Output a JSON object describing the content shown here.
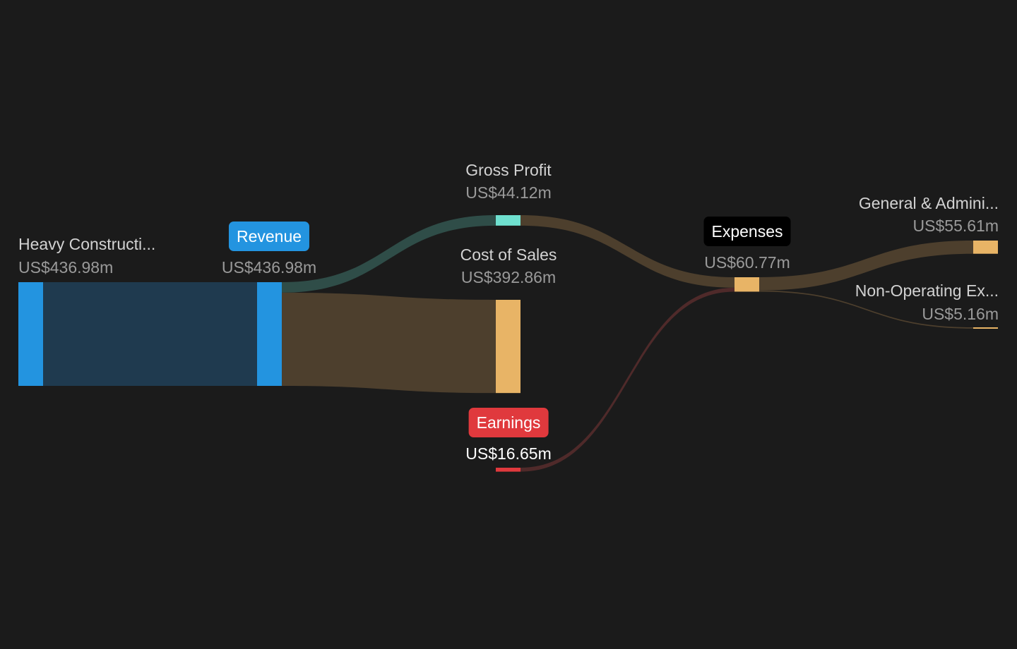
{
  "chart_data": {
    "type": "sankey",
    "currency_unit": "US$ millions",
    "nodes": [
      {
        "id": "segment",
        "label": "Heavy Constructi...",
        "value_text": "US$436.98m",
        "value": 436.98,
        "color": "#2394e0"
      },
      {
        "id": "revenue",
        "label": "Revenue",
        "value_text": "US$436.98m",
        "value": 436.98,
        "color": "#2394e0",
        "badge": true
      },
      {
        "id": "gross_profit",
        "label": "Gross Profit",
        "value_text": "US$44.12m",
        "value": 44.12,
        "color": "#6fe0cf"
      },
      {
        "id": "cost_of_sales",
        "label": "Cost of Sales",
        "value_text": "US$392.86m",
        "value": 392.86,
        "color": "#e8b466"
      },
      {
        "id": "earnings",
        "label": "Earnings",
        "value_text": "US$16.65m",
        "value": 16.65,
        "color": "#e0393d",
        "badge": true
      },
      {
        "id": "expenses",
        "label": "Expenses",
        "value_text": "US$60.77m",
        "value": 60.77,
        "color": "#e8b466",
        "badge": true
      },
      {
        "id": "gen_admin",
        "label": "General & Admini...",
        "value_text": "US$55.61m",
        "value": 55.61,
        "color": "#e8b466"
      },
      {
        "id": "non_operating",
        "label": "Non-Operating Ex...",
        "value_text": "US$5.16m",
        "value": 5.16,
        "color": "#e8b466"
      }
    ],
    "links": [
      {
        "source": "segment",
        "target": "revenue",
        "value": 436.98,
        "color": "#1f3a4f"
      },
      {
        "source": "revenue",
        "target": "gross_profit",
        "value": 44.12,
        "color": "#2f4d48"
      },
      {
        "source": "revenue",
        "target": "cost_of_sales",
        "value": 392.86,
        "color": "#4d3f2d"
      },
      {
        "source": "gross_profit",
        "target": "expenses",
        "value": 44.12,
        "color": "#4d3f2d"
      },
      {
        "source": "earnings",
        "target": "expenses",
        "value": 16.65,
        "color": "#4f2a2a"
      },
      {
        "source": "expenses",
        "target": "gen_admin",
        "value": 55.61,
        "color": "#4d3f2d"
      },
      {
        "source": "expenses",
        "target": "non_operating",
        "value": 5.16,
        "color": "#4d3f2d"
      }
    ]
  }
}
